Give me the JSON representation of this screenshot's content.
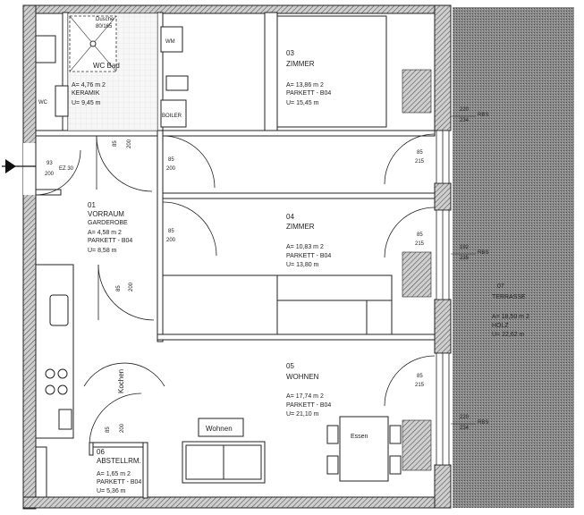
{
  "rooms": {
    "bad": {
      "line1": "Dusche",
      "line2": "80/165",
      "label": "WC Bad",
      "area": "A= 4,76  m 2",
      "floor": "KERAMIK",
      "perimeter": "U= 9,45  m"
    },
    "zimmer1": {
      "num": "03",
      "name": "ZIMMER",
      "area": "A= 13,86  m 2",
      "floor": "PARKETT - B04",
      "perimeter": "U= 15,45  m"
    },
    "zimmer2": {
      "num": "04",
      "name": "ZIMMER",
      "area": "A= 10,83  m 2",
      "floor": "PARKETT - B04",
      "perimeter": "U= 13,80  m"
    },
    "vorraum": {
      "num": "01",
      "name": "VORRAUM",
      "sub": "GARDEROBE",
      "area": "A= 4,58  m 2",
      "floor": "PARKETT - B04",
      "perimeter": "U= 8,58  m"
    },
    "wohnen": {
      "num": "05",
      "name": "WOHNEN",
      "area": "A= 17,74  m 2",
      "floor": "PARKETT - B04",
      "perimeter": "U= 21,10  m"
    },
    "abstell": {
      "num": "06",
      "name": "ABSTELLRM.",
      "area": "A= 1,65  m 2",
      "floor": "PARKETT - B04",
      "perimeter": "U= 5,36  m"
    },
    "terrasse": {
      "num": "07",
      "name": "TERRASSE",
      "area": "A= 18,50  m 2",
      "floor": "HOLZ",
      "perimeter": "U= 22,62  m"
    }
  },
  "fixtures": {
    "wm": "WM",
    "wc": "WC",
    "boiler": "BOILER",
    "kochen": "Kochen",
    "wohnen_label": "Wohnen",
    "essen_label": "Essen"
  },
  "doors": {
    "entry": {
      "w": "93",
      "h": "EZ 30",
      "h2": "200"
    },
    "bad_door": {
      "w": "85",
      "h": "200"
    },
    "z1_door": {
      "w": "85",
      "h": "200"
    },
    "z2_door": {
      "w": "85",
      "h": "200"
    },
    "vr_door": {
      "w": "85",
      "h": "200"
    },
    "abstell_door": {
      "w": "85",
      "h": "200"
    },
    "z1_window": {
      "w": "85",
      "h": "215"
    },
    "z2_window": {
      "w": "85",
      "h": "215"
    },
    "wohnen_window": {
      "w": "85",
      "h": "215"
    }
  },
  "elevations": {
    "a": {
      "top": "220",
      "bottom": "234",
      "tag": "RBS"
    },
    "b": {
      "top": "192",
      "bottom": "235",
      "tag": "RBS"
    },
    "c": {
      "top": "220",
      "bottom": "234",
      "tag": "RBS"
    }
  }
}
